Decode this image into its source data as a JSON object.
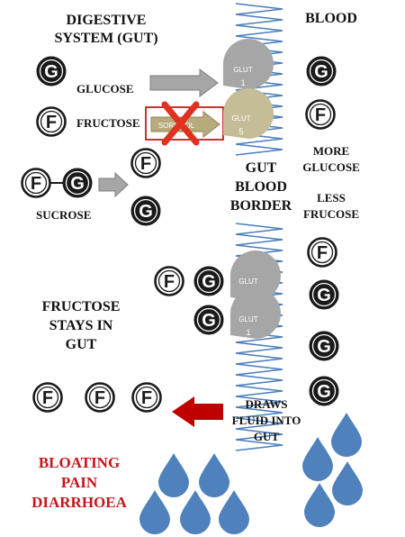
{
  "headers": {
    "gut_line1": "DIGESTIVE",
    "gut_line2": "SYSTEM (GUT)",
    "blood": "BLOOD"
  },
  "labels": {
    "glucose": "GLUCOSE",
    "fructose": "FRUCTOSE",
    "sucrose": "SUCROSE",
    "sorbitol": "SORBITOL",
    "border_line1": "GUT",
    "border_line2": "BLOOD",
    "border_line3": "BORDER",
    "more_line1": "MORE",
    "more_line2": "GLUCOSE",
    "less_line1": "LESS",
    "less_line2": "FRUCOSE",
    "stays_line1": "FRUCTOSE",
    "stays_line2": "STAYS IN",
    "stays_line3": "GUT",
    "draws_line1": "DRAWS",
    "draws_line2": "FLUID INTO",
    "draws_line3": "GUT",
    "symptom_line1": "BLOATING",
    "symptom_line2": "PAIN",
    "symptom_line3": "DIARRHOEA"
  },
  "molecules": {
    "glucose_letter": "G",
    "fructose_letter": "F"
  },
  "transporters": {
    "glut1_name": "GLUT",
    "glut1_num": "1",
    "glut5_name": "GLUT",
    "glut5_num": "5"
  },
  "colors": {
    "glucose_fill": "#1a1a1a",
    "fructose_fill": "#ffffff",
    "glut1": "#a6a6a6",
    "glut5": "#c4bd97",
    "arrow_grey": "#a6a6a6",
    "arrow_red": "#c00000",
    "cross_red": "#e03020",
    "membrane": "#4a7ebb",
    "droplet": "#4f81bd",
    "symptom_text": "#c4161c"
  }
}
